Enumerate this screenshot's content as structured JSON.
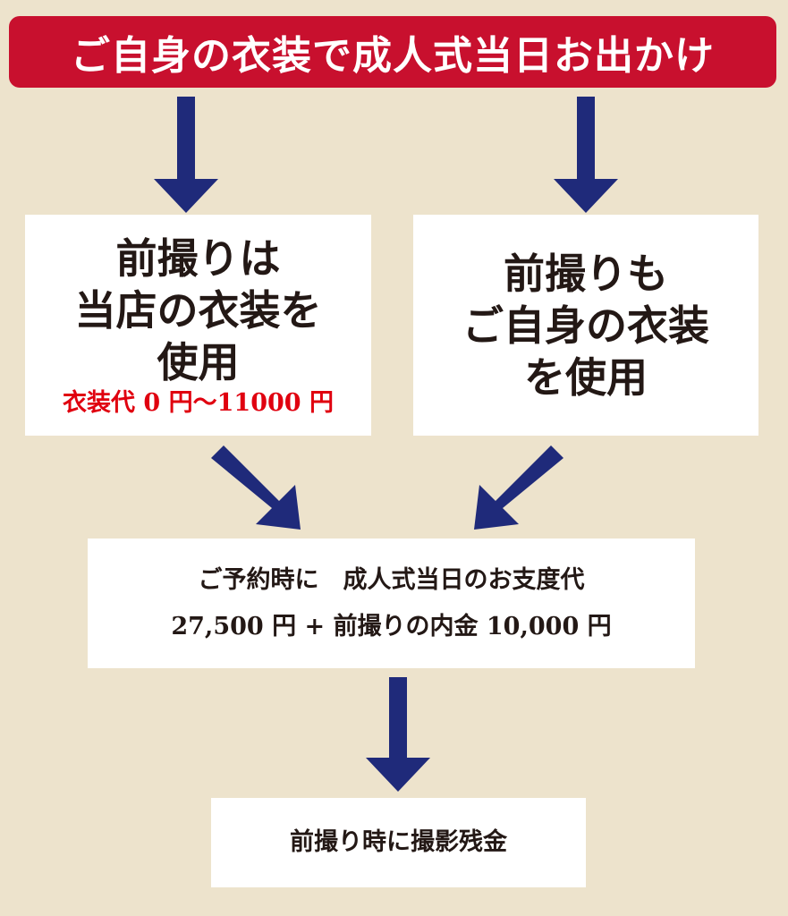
{
  "banner": {
    "title": "ご自身の衣装で成人式当日お出かけ"
  },
  "left_box": {
    "lines": [
      "前撮りは",
      "当店の衣装を",
      "使用"
    ],
    "price": "衣装代 0 円〜11000 円"
  },
  "right_box": {
    "lines": [
      "前撮りも",
      "ご自身の衣装",
      "を使用"
    ]
  },
  "middle_box": {
    "line1": "ご予約時に　成人式当日のお支度代",
    "line2": "27,500 円 + 前撮りの内金 10,000 円"
  },
  "bottom_box": {
    "text": "前撮り時に撮影残金"
  },
  "colors": {
    "banner": "#c8102e",
    "arrow": "#1f2a7a",
    "price": "#e0000f",
    "background": "#ede3cc"
  }
}
